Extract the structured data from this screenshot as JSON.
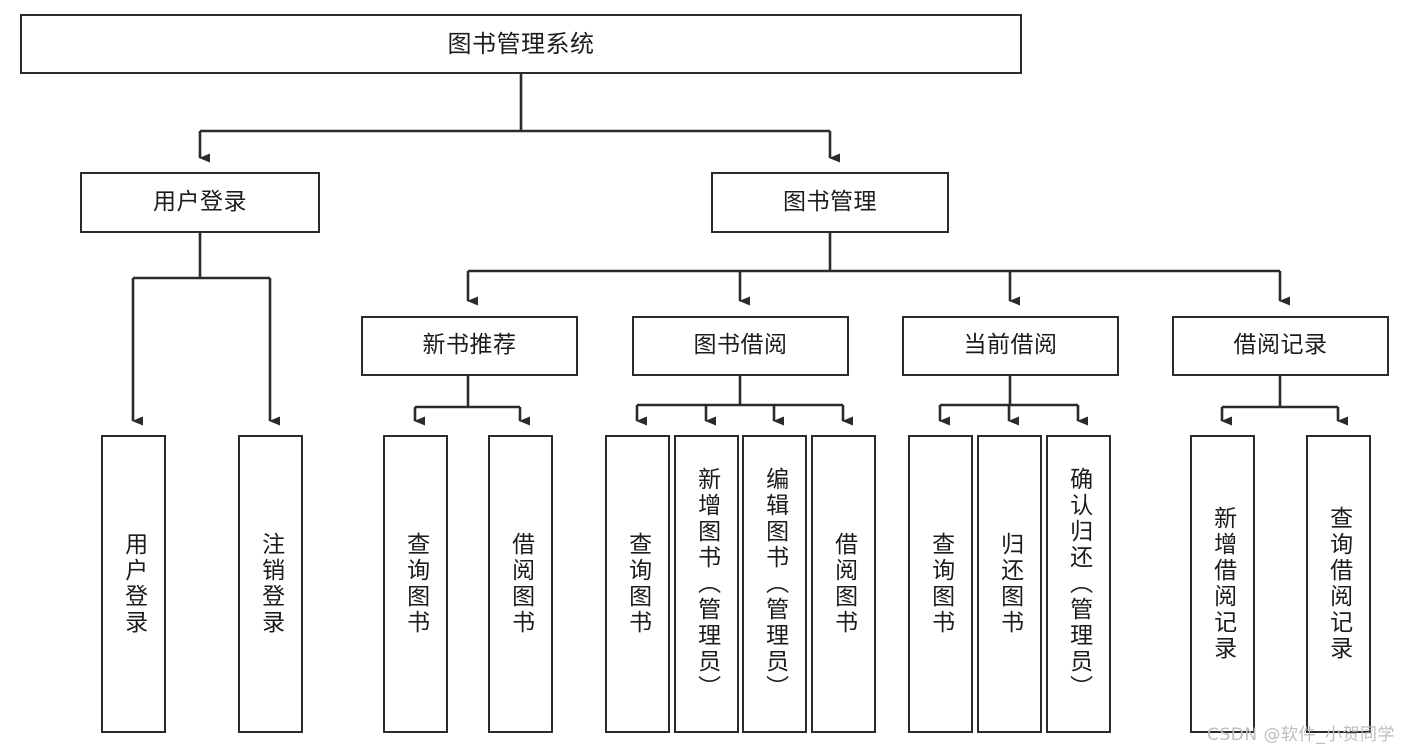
{
  "diagram": {
    "title": "图书管理系统",
    "watermark": "CSDN @软件_小贺同学",
    "colors": {
      "box_border": "#2b2b2b",
      "box_fill": "#ffffff",
      "edge": "#2b2b2b",
      "text": "#1c1c1c",
      "watermark": "#bdbdbd",
      "background": "#ffffff"
    },
    "nodes": {
      "root": {
        "label": "图书管理系统"
      },
      "level2": [
        {
          "id": "user-login",
          "label": "用户登录"
        },
        {
          "id": "book-manage",
          "label": "图书管理"
        }
      ],
      "level3": [
        {
          "id": "new-book-recommend",
          "label": "新书推荐"
        },
        {
          "id": "book-borrow",
          "label": "图书借阅"
        },
        {
          "id": "current-borrow",
          "label": "当前借阅"
        },
        {
          "id": "borrow-record",
          "label": "借阅记录"
        }
      ],
      "leaves": {
        "user_login": [
          {
            "id": "leaf-user-login",
            "label": "用户登录"
          },
          {
            "id": "leaf-user-logout",
            "label": "注销登录"
          }
        ],
        "new_book_recommend": [
          {
            "id": "leaf-query-book-1",
            "label": "查询图书"
          },
          {
            "id": "leaf-borrow-book-1",
            "label": "借阅图书"
          }
        ],
        "book_borrow": [
          {
            "id": "leaf-query-book-2",
            "label": "查询图书"
          },
          {
            "id": "leaf-add-book",
            "label": "新增图书（管理员）"
          },
          {
            "id": "leaf-edit-book",
            "label": "编辑图书（管理员）"
          },
          {
            "id": "leaf-borrow-book-2",
            "label": "借阅图书"
          }
        ],
        "current_borrow": [
          {
            "id": "leaf-query-book-3",
            "label": "查询图书"
          },
          {
            "id": "leaf-return-book",
            "label": "归还图书"
          },
          {
            "id": "leaf-confirm-return",
            "label": "确认归还（管理员）"
          }
        ],
        "borrow_record": [
          {
            "id": "leaf-add-record",
            "label": "新增借阅记录"
          },
          {
            "id": "leaf-query-record",
            "label": "查询借阅记录"
          }
        ]
      }
    }
  }
}
